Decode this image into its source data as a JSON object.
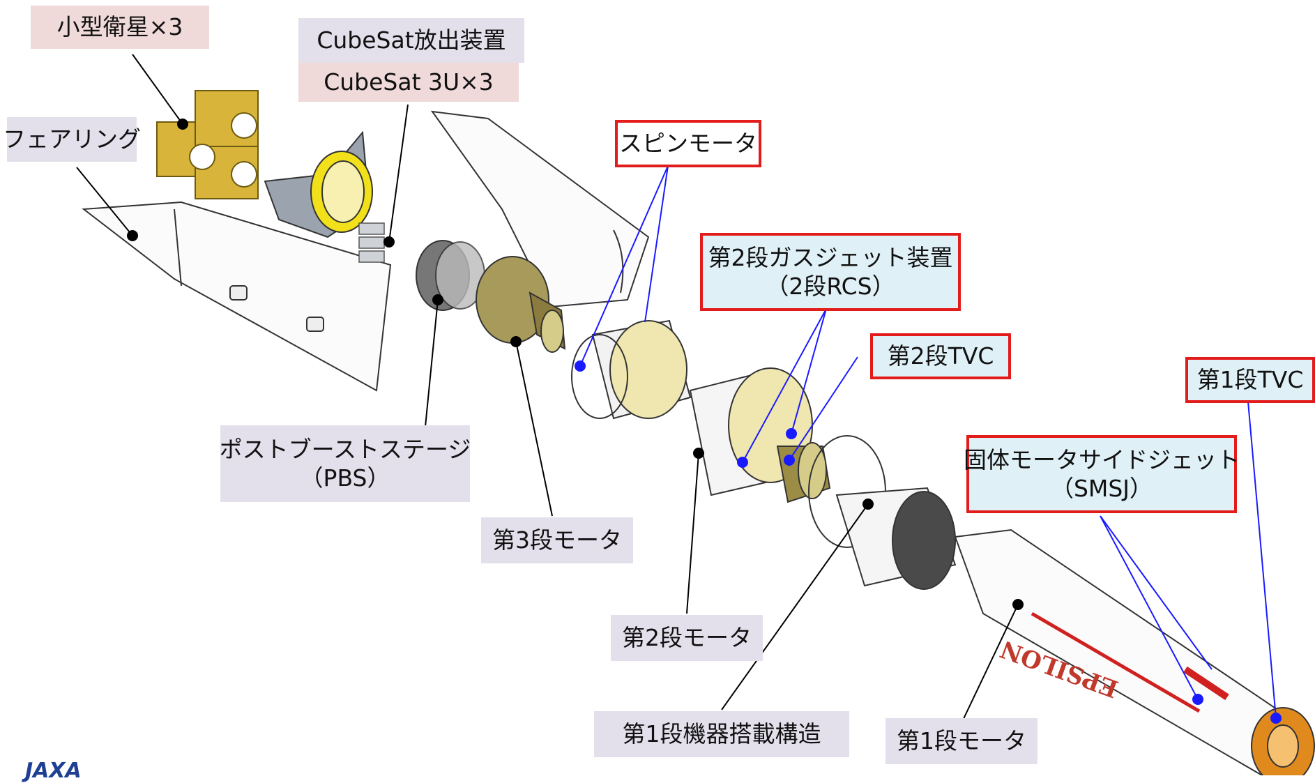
{
  "labels": {
    "small_sat": "小型衛星×3",
    "cubesat_dispenser": "CubeSat放出装置",
    "cubesat_3u": "CubeSat 3U×3",
    "fairing": "フェアリング",
    "spin_motor": "スピンモータ",
    "gasjet_line1": "第2段ガスジェット装置",
    "gasjet_line2": "（2段RCS）",
    "tvc2": "第2段TVC",
    "tvc1": "第1段TVC",
    "smsj_line1": "固体モータサイドジェット",
    "smsj_line2": "（SMSJ）",
    "pbs_line1": "ポストブーストステージ",
    "pbs_line2": "（PBS）",
    "motor3": "第3段モータ",
    "motor2": "第2段モータ",
    "equip1": "第1段機器搭載構造",
    "motor1": "第1段モータ"
  },
  "vehicle_marking": "EPSILON",
  "logo_text": "JAXA",
  "colors": {
    "highlight_border": "#e21b1b",
    "highlight_fill": "#dff0f7",
    "neutral_fill": "#e3e0ec",
    "payload_fill": "#efd9d9",
    "leader_black": "#000000",
    "leader_blue": "#1a1aff",
    "satellite_gold": "#d9b43a",
    "nozzle_orange": "#e08a1e"
  }
}
